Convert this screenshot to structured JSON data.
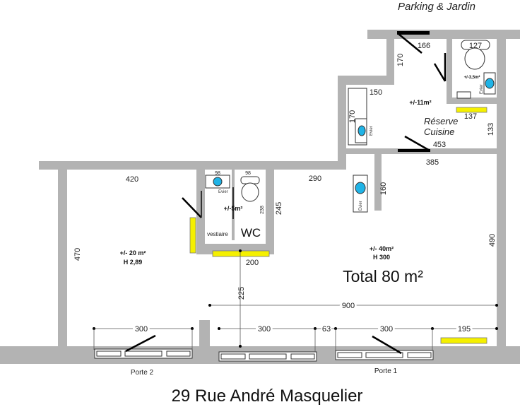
{
  "title": "29 Rue André Masquelier",
  "top_label": "Parking & Jardin",
  "doors": {
    "door1": "Porte 1",
    "door2": "Porte 2"
  },
  "total": "Total 80 m²",
  "rooms": {
    "main_left": {
      "area": "+/- 20 m²",
      "height": "H 2,89"
    },
    "main_right": {
      "area": "+/- 40m²",
      "height": "H 300"
    },
    "reserve": {
      "area": "+/-11m²",
      "name1": "Réserve",
      "name2": "Cuisine"
    },
    "toilet_back": {
      "area": "+/-3,5m²"
    },
    "wc_block": {
      "area": "+/-5m²",
      "vestiaire": "vestiaire",
      "wc": "WC"
    }
  },
  "fixtures": {
    "sink": "Evier"
  },
  "dimensions": {
    "d420": "420",
    "d290": "290",
    "d470": "470",
    "d490": "490",
    "d160": "160",
    "d385": "385",
    "d453": "453",
    "d133": "133",
    "d137": "137",
    "d150": "150",
    "d170a": "170",
    "d170b": "170",
    "d166": "166",
    "d127": "127",
    "d98a": "98",
    "d98b": "98",
    "d238": "238",
    "d245": "245",
    "d200": "200",
    "d225": "225",
    "d900": "900",
    "d300a": "300",
    "d300b": "300",
    "d300c": "300",
    "d63": "63",
    "d195": "195"
  }
}
